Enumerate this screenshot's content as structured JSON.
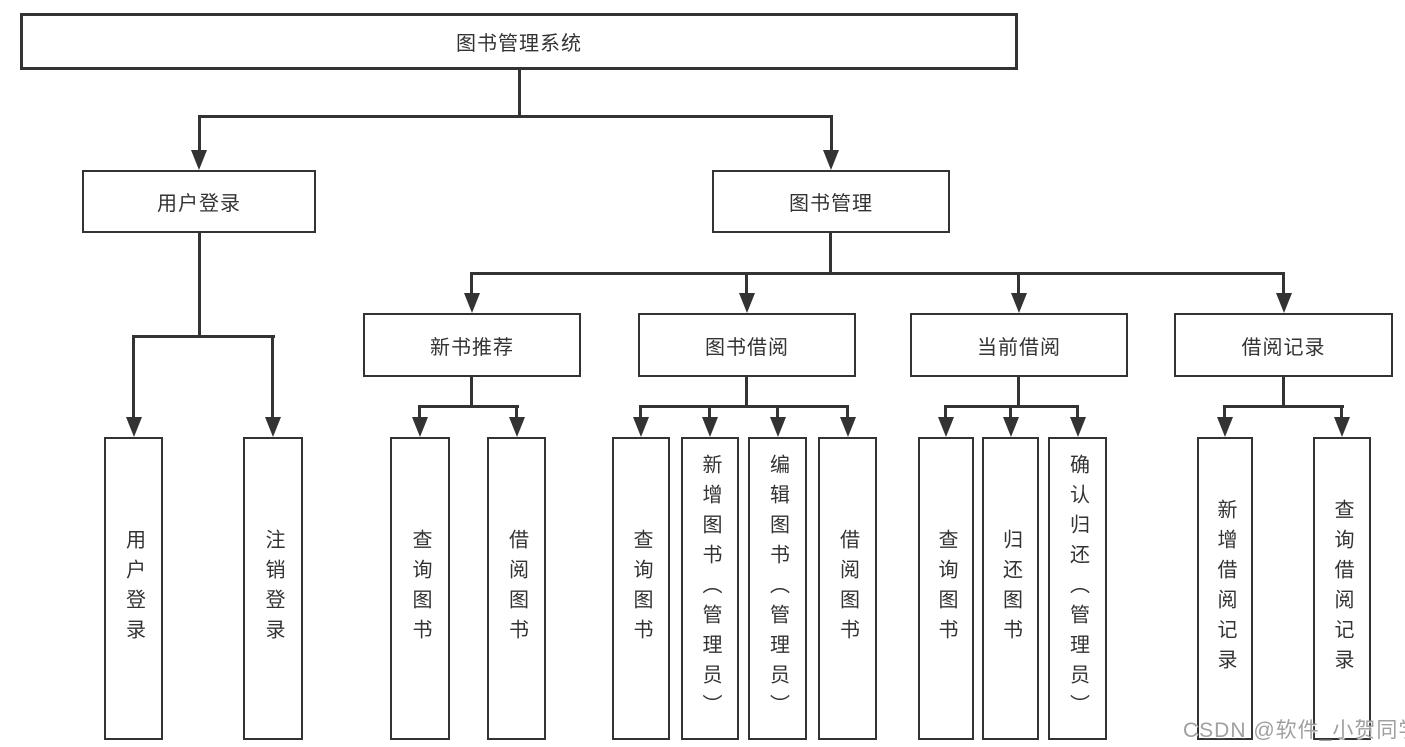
{
  "root": {
    "label": "图书管理系统"
  },
  "level2": {
    "user_login": "用户登录",
    "book_mgmt": "图书管理"
  },
  "level3": {
    "new_book": "新书推荐",
    "book_borrow": "图书借阅",
    "current_borrow": "当前借阅",
    "borrow_records": "借阅记录"
  },
  "leaves": {
    "login": "用户登录",
    "logout": "注销登录",
    "nb_query": "查询图书",
    "nb_borrow": "借阅图书",
    "bb_query": "查询图书",
    "bb_add": "新增图书（管理员）",
    "bb_edit": "编辑图书（管理员）",
    "bb_borrow": "借阅图书",
    "cb_query": "查询图书",
    "cb_return": "归还图书",
    "cb_confirm": "确认归还（管理员）",
    "br_add": "新增借阅记录",
    "br_query": "查询借阅记录"
  },
  "watermark": "CSDN @软件_小贺同学",
  "colors": {
    "line": "#333333",
    "text": "#333333",
    "watermark": "#a0a0a0",
    "background": "#ffffff"
  }
}
